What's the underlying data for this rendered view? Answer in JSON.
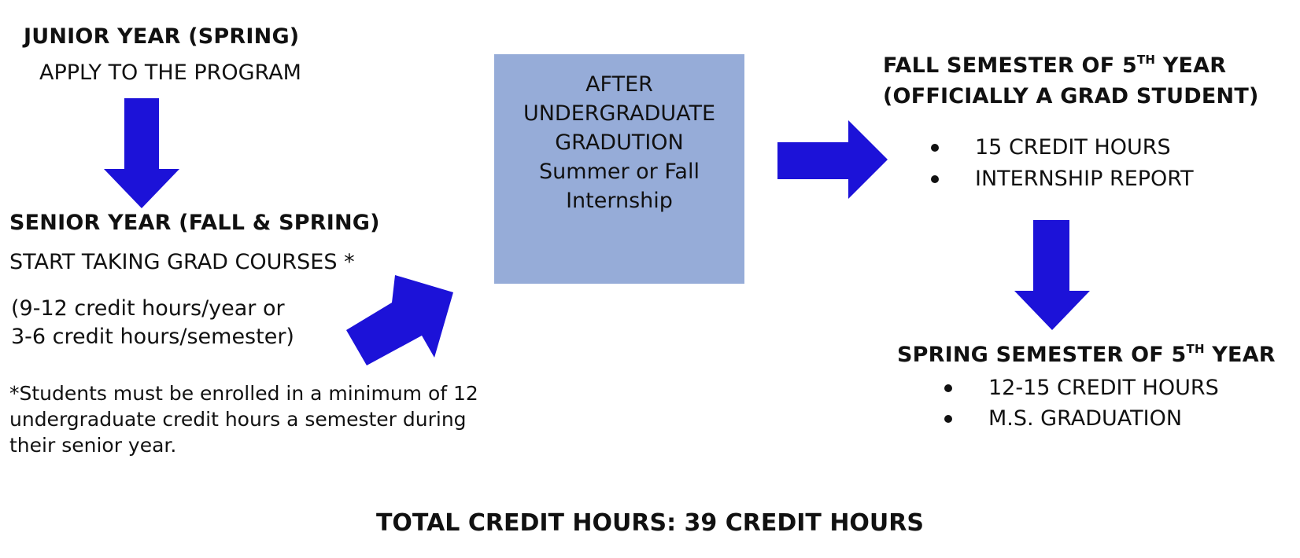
{
  "junior": {
    "heading": "JUNIOR YEAR (SPRING)",
    "text": "APPLY TO THE PROGRAM"
  },
  "senior": {
    "heading": "SENIOR YEAR (FALL & SPRING)",
    "text": "START TAKING GRAD COURSES *",
    "credits_line1": "(9-12 credit hours/year or",
    "credits_line2": "3-6 credit hours/semester)",
    "note_line1": "*Students must be enrolled in a minimum of 12",
    "note_line2": "undergraduate credit hours a semester during",
    "note_line3": "their senior year."
  },
  "internship_box": {
    "line1": "AFTER",
    "line2": "UNDERGRADUATE",
    "line3": "GRADUTION",
    "line4": "Summer or Fall",
    "line5": "Internship"
  },
  "fall5": {
    "heading_pre": "FALL SEMESTER OF 5",
    "heading_sup": "TH",
    "heading_post": " YEAR",
    "heading_line2": "(OFFICIALLY A GRAD STUDENT)",
    "items": [
      "15 CREDIT HOURS",
      "INTERNSHIP REPORT"
    ]
  },
  "spring5": {
    "heading_pre": "SPRING SEMESTER OF 5",
    "heading_sup": "TH",
    "heading_post": " YEAR",
    "items": [
      "12-15 CREDIT HOURS",
      "M.S. GRADUATION"
    ]
  },
  "total": "TOTAL CREDIT HOURS: 39 CREDIT HOURS",
  "colors": {
    "arrow": "#1c12d8",
    "box": "#96acd8",
    "text": "#111111"
  }
}
